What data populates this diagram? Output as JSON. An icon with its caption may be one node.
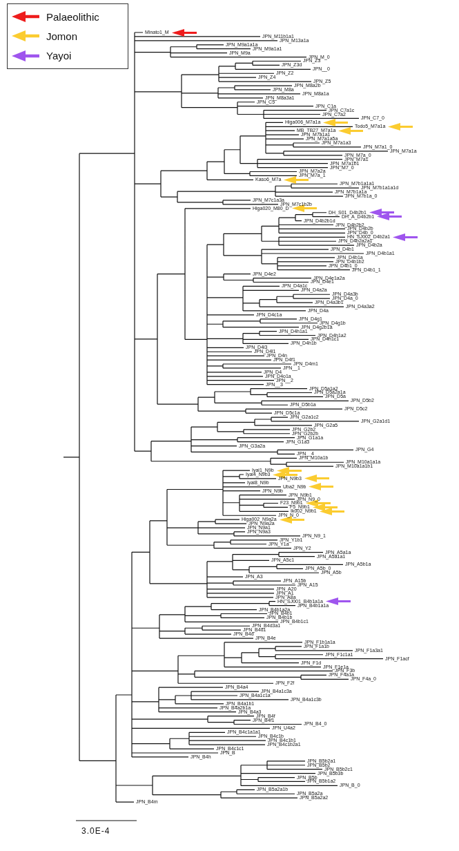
{
  "diagram": {
    "labels": [
      "Minato1_M",
      "JPN_M11b1a1",
      "JPN_M13a1a",
      "JPN_M9a1a1a",
      "JPN_M9a1a1",
      "JPN_M9a",
      "JPN_M_0",
      "JPN_Z3",
      "JPN_Z3d",
      "JPN__0",
      "JPN_Z2",
      "JPN_Z4",
      "JPN_Z5",
      "JPN_M8a2b",
      "JPN_M8a",
      "JPN_M8a1a",
      "JPN_M8a3a1",
      "JPN_C5",
      "JPN_C1a",
      "JPN_C7a1c",
      "JPN_C7a2",
      "JPN_C7_0",
      "Higa006_M7a1a",
      "Todo5_M7a1a",
      "MB_TB27_M7a1a",
      "JPN_M7a1a1",
      "JPN_M7a1a5a",
      "JPN_M7a1a3",
      "JPN_M7a1_0",
      "JPN_M7a1a",
      "JPN_M7a_0",
      "JPN_M7a1",
      "JPN_M7a1b1",
      "JPN_M7_0",
      "JPN_M7a2a",
      "JPN_M7a_1",
      "Kaso6_M7a",
      "JPN_M7b1a1a1",
      "JPN_M7b1a1a1d",
      "JPN_M7b1a1a",
      "JPN_M7b1a_0",
      "JPN_M7c1a3a",
      "JPN_M7c1b2b",
      "Higa020_M80_D",
      "DH_S01_D4b2b1",
      "DH_A_D4b2b1",
      "JPN_D4b2b1d",
      "JPN_D4b2b2",
      "JPN_D4b2b",
      "JPN_D4b_0",
      "HN_SJ002_D4b2a1",
      "JPN_D4b2a2a1",
      "JPN_D4b2a",
      "JPN_D4b1",
      "JPN_D4b1a1",
      "JPN_D4b1a",
      "JPN_D4b1b2",
      "JPN_D4b1_0",
      "JPN_D4b1_1",
      "JPN_D4e2",
      "JPN_D4e1a2a",
      "JPN_D4e1",
      "JPN_D4a1c",
      "JPN_D4a2a",
      "JPN_D4a3b",
      "JPN_D4a_0",
      "JPN_D4a3b1",
      "JPN_D4a3a2",
      "JPN_D4a",
      "JPN_D4c1a",
      "JPN_D4g1",
      "JPN_D4g1b",
      "JPN_D4g2b1a",
      "JPN_D4h1a1",
      "JPN_D4h1a2",
      "JPN_D4h1c1",
      "JPN_D4h1b",
      "JPN_D4i3",
      "JPN_D4l1",
      "JPN_D4n",
      "JPN_D4f1",
      "JPN_D4m1",
      "JPN__1",
      "JPN_D4",
      "JPN_D4o1a",
      "JPN__2",
      "JPN__3",
      "JPN_D5a1a2",
      "JPN_D5a2a1a",
      "JPN_D5a",
      "JPN_D5b2",
      "JPN_D5b1a",
      "JPN_D5c2",
      "JPN_D5c1a",
      "JPN_G2a1c2",
      "JPN_G2a1d1",
      "JPN_G2a5",
      "JPN_G2b2",
      "JPN_G2b2b",
      "JPN_G1a1a",
      "JPN_G1a3",
      "JPN_G3a2a",
      "JPN_G4",
      "JPN__4",
      "JPN_M10a1b",
      "JPN_M10a1a1a",
      "JPN_M10a1a1b1",
      "Iyai1_N9b",
      "Iyai4_N9b3",
      "JPN_N9b3",
      "Iyai8_N9b",
      "Uba2_N9b",
      "JPN_N9b",
      "JPN_N9b1",
      "JPN_N9_0",
      "F23_N9b1",
      "F5_N9b1",
      "Ik002_N9b1",
      "JPN_N_0",
      "Higa002_N9a2a",
      "JPN_N9a2a",
      "JPN_N9a1",
      "JPN_N9a3",
      "JPN_N9_1",
      "JPN_Y1b1",
      "JPN_Y1a",
      "JPN_Y2",
      "JPN_A5a1a",
      "JPN_A5a1a1",
      "JPN_A5c1",
      "JPN_A5b1a",
      "JPN_A5b_0",
      "JPN_A5b",
      "JPN_A3",
      "JPN_A15b",
      "JPN_A15",
      "JPN_A20",
      "JPN_A1",
      "JPN_A8a",
      "HN_SJ001_B4b1a1a",
      "JPN_B4b1a1a",
      "JPN_B4b1a2a",
      "JPN_B4b1",
      "JPN_B4b1b",
      "JPN_B4b1c1",
      "JPN_B4d3a1",
      "JPN_B4d1",
      "JPN_B4d",
      "JPN_B4e",
      "JPN_F1b1a1a",
      "JPN_F1a1b",
      "JPN_F1a3a1",
      "JPN_F1c1a1",
      "JPN_F1acf",
      "JPN_F1d",
      "JPN_F1e1a",
      "JPN_F3b",
      "JPN_F4a1a",
      "JPN_F4a_0",
      "JPN_F2f",
      "JPN_B4a4",
      "JPN_B4a1c3a",
      "JPN_B4a1c1a",
      "JPN_B4a1c3b",
      "JPN_B4a1b1",
      "JPN_B4a2b1a",
      "JPN_B4a3",
      "JPN_B4f",
      "JPN_B4f1",
      "JPN_B4_0",
      "JPN_U4a2",
      "JPN_B4c1a1a1",
      "JPN_B4c1b",
      "JPN_B4c1b1",
      "JPN_B4c1b2a1",
      "JPN_B4c1c1",
      "JPN_B",
      "JPN_B4h",
      "JPN_B5b2a1",
      "JPN_B5b2",
      "JPN_B5b2c1",
      "JPN_B5b3b",
      "JPN_B5b",
      "JPN_B5b1a2",
      "JPN_B_0",
      "JPN_B5a2a1b",
      "JPN_B5a2a",
      "JPN_B5a2a2",
      "JPN_B4m",
      "3.0E-4"
    ],
    "legend": [
      {
        "text": "Palaeolithic",
        "color": "#ee1c1c"
      },
      {
        "text": "Jomon",
        "color": "#fbcc30"
      },
      {
        "text": "Yayoi",
        "color": "#9f55ee"
      }
    ]
  }
}
